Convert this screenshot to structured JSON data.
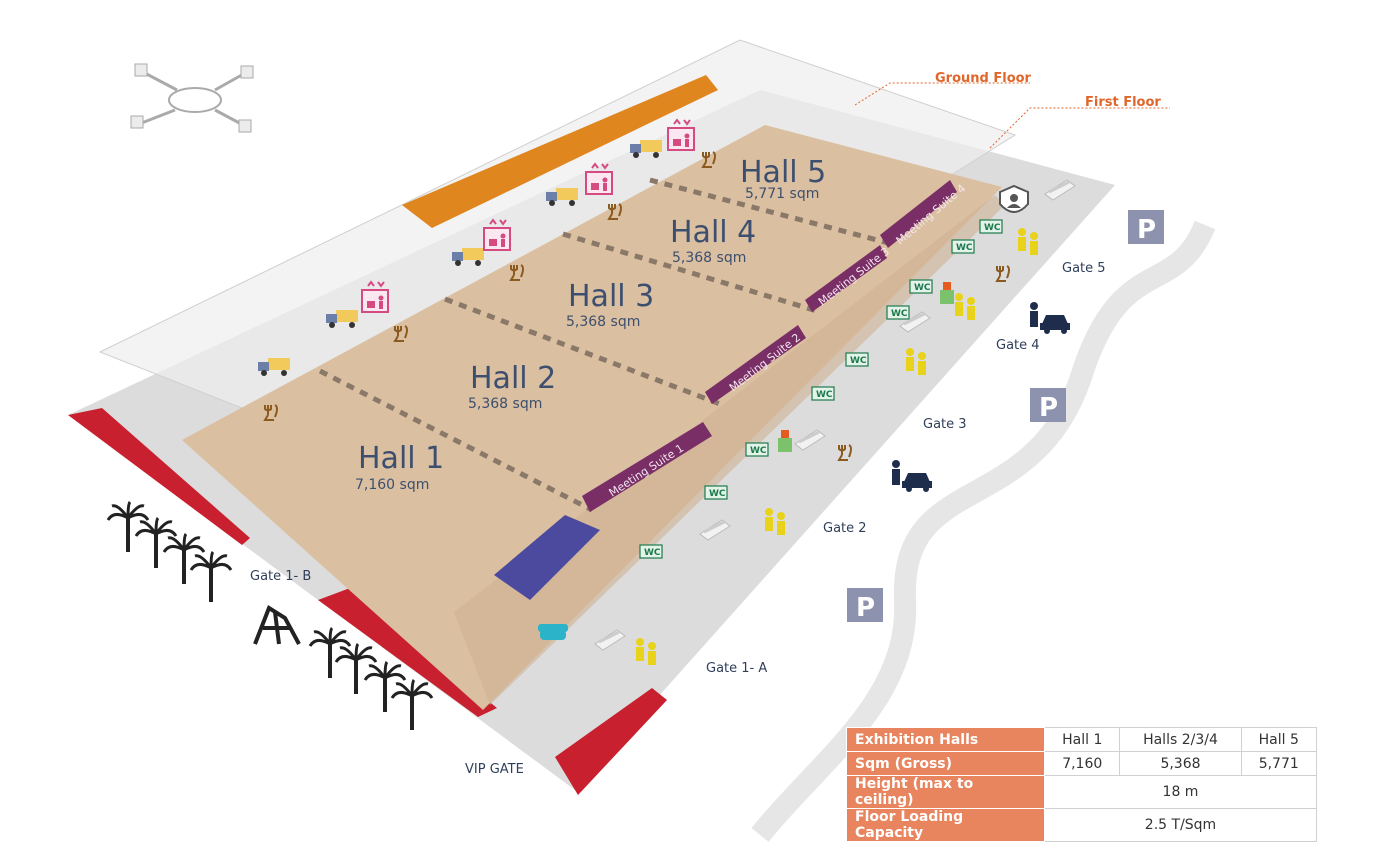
{
  "floors": {
    "ground": "Ground Floor",
    "first": "First Floor"
  },
  "halls": [
    {
      "name": "Hall 5",
      "area": "5,771 sqm"
    },
    {
      "name": "Hall 4",
      "area": "5,368 sqm"
    },
    {
      "name": "Hall 3",
      "area": "5,368 sqm"
    },
    {
      "name": "Hall 2",
      "area": "5,368 sqm"
    },
    {
      "name": "Hall 1",
      "area": "7,160 sqm"
    }
  ],
  "meeting_suites": [
    "Meeting Suite 1",
    "Meeting Suite 2",
    "Meeting Suite 3",
    "Meeting Suite 4"
  ],
  "gates": [
    "Gate 5",
    "Gate 4",
    "Gate 3",
    "Gate 2",
    "Gate 1- A",
    "Gate 1- B",
    "VIP GATE"
  ],
  "wc_label": "WC",
  "parking_label": "P",
  "colors": {
    "hall_floor": "#dbbfa1",
    "meeting_suite": "#7a2e66",
    "frontage": "#c8202e",
    "upper_block": "#e0861f",
    "vip_block": "#4b4a9e",
    "parking": "#8d93ae",
    "accent": "#e0662b"
  },
  "icons": [
    "compass-icon",
    "delivery-truck-icon",
    "freight-lift-icon",
    "restaurant-icon",
    "restroom-icon",
    "security-icon",
    "cashier-icon",
    "info-desk-icon",
    "escalator-icon",
    "taxi-icon",
    "parking-icon",
    "palm-tree-icon",
    "sculpture-icon",
    "sofa-icon"
  ],
  "spec_table": {
    "headers": [
      "Exhibition Halls",
      "Hall 1",
      "Halls 2/3/4",
      "Hall 5"
    ],
    "rows": [
      {
        "label": "Sqm (Gross)",
        "values": [
          "7,160",
          "5,368",
          "5,771"
        ]
      },
      {
        "label": "Height (max to ceiling)",
        "value": "18 m"
      },
      {
        "label": "Floor Loading Capacity",
        "value": "2.5 T/Sqm"
      }
    ]
  }
}
